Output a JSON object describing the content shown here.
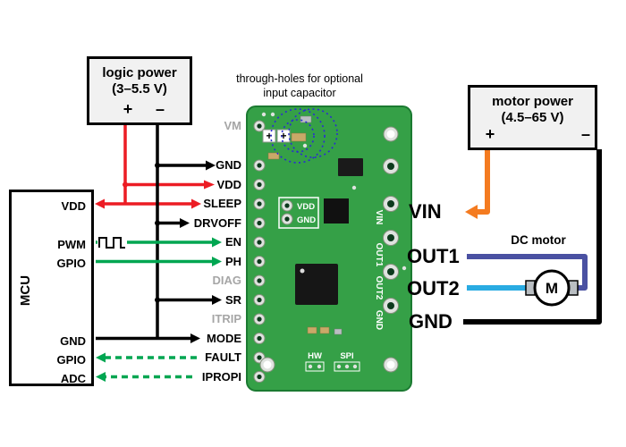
{
  "colors": {
    "logic_power_wire": "#ec1c24",
    "ground_wire": "#000000",
    "signal_wire": "#00a651",
    "vin_wire": "#f47b20",
    "out1_wire": "#4a51a2",
    "out2_wire": "#29abe2",
    "board_green": "#35a047",
    "muted_pin_label": "#a6a6a6",
    "capacitor_outline": "#2a2ad4"
  },
  "annotation": {
    "line1": "through-holes for optional",
    "line2": "input capacitor"
  },
  "logic_power": {
    "title": "logic power",
    "subtitle": "(3–5.5 V)",
    "plus": "+",
    "minus": "–"
  },
  "motor_power": {
    "title": "motor power",
    "subtitle": "(4.5–65 V)",
    "plus": "+",
    "minus": "–"
  },
  "mcu": {
    "label": "MCU",
    "pins": {
      "vdd": "VDD",
      "pwm": "PWM",
      "gpio1": "GPIO",
      "gnd": "GND",
      "gpio2": "GPIO",
      "adc": "ADC"
    }
  },
  "board": {
    "pins_left": {
      "vm": "VM",
      "gnd": "GND",
      "vdd": "VDD",
      "sleep": "SLEEP",
      "drvoff": "DRVOFF",
      "en": "EN",
      "ph": "PH",
      "diag": "DIAG",
      "sr": "SR",
      "itrip": "ITRIP",
      "mode": "MODE",
      "fault": "FAULT",
      "ipropi": "IPROPI"
    },
    "silkscreen": {
      "vdd": "VDD",
      "gnd": "GND",
      "vin": "VIN",
      "out1": "OUT1",
      "out2": "OUT2",
      "gnd_right": "GND",
      "hw": "HW",
      "spi": "SPI",
      "plus1": "+",
      "plus2": "+"
    }
  },
  "terminals": {
    "vin": "VIN",
    "out1": "OUT1",
    "out2": "OUT2",
    "gnd": "GND"
  },
  "dc_motor": {
    "label": "DC motor",
    "symbol": "M"
  }
}
